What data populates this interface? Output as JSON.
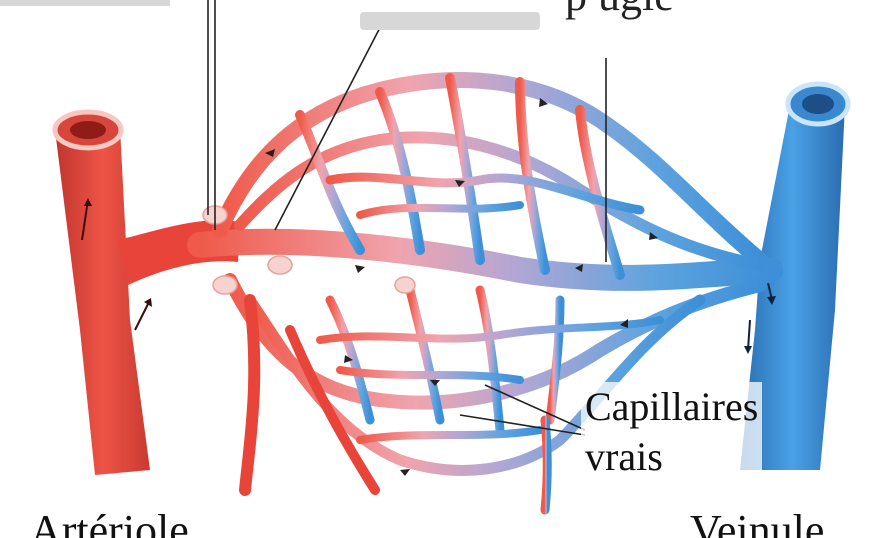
{
  "labels": {
    "top_right": "p ugle",
    "capillaires_line1": "Capillaires",
    "capillaires_line2": "vrais",
    "bottom_left": "Artériole",
    "bottom_right": "Veinule"
  },
  "colors": {
    "arterial": "#e8443a",
    "arterial_dark": "#c1352e",
    "venous": "#3d8fd8",
    "venous_dark": "#2a6cb0",
    "capillary_mid": "#b79ec8",
    "leader_line": "#222222"
  }
}
